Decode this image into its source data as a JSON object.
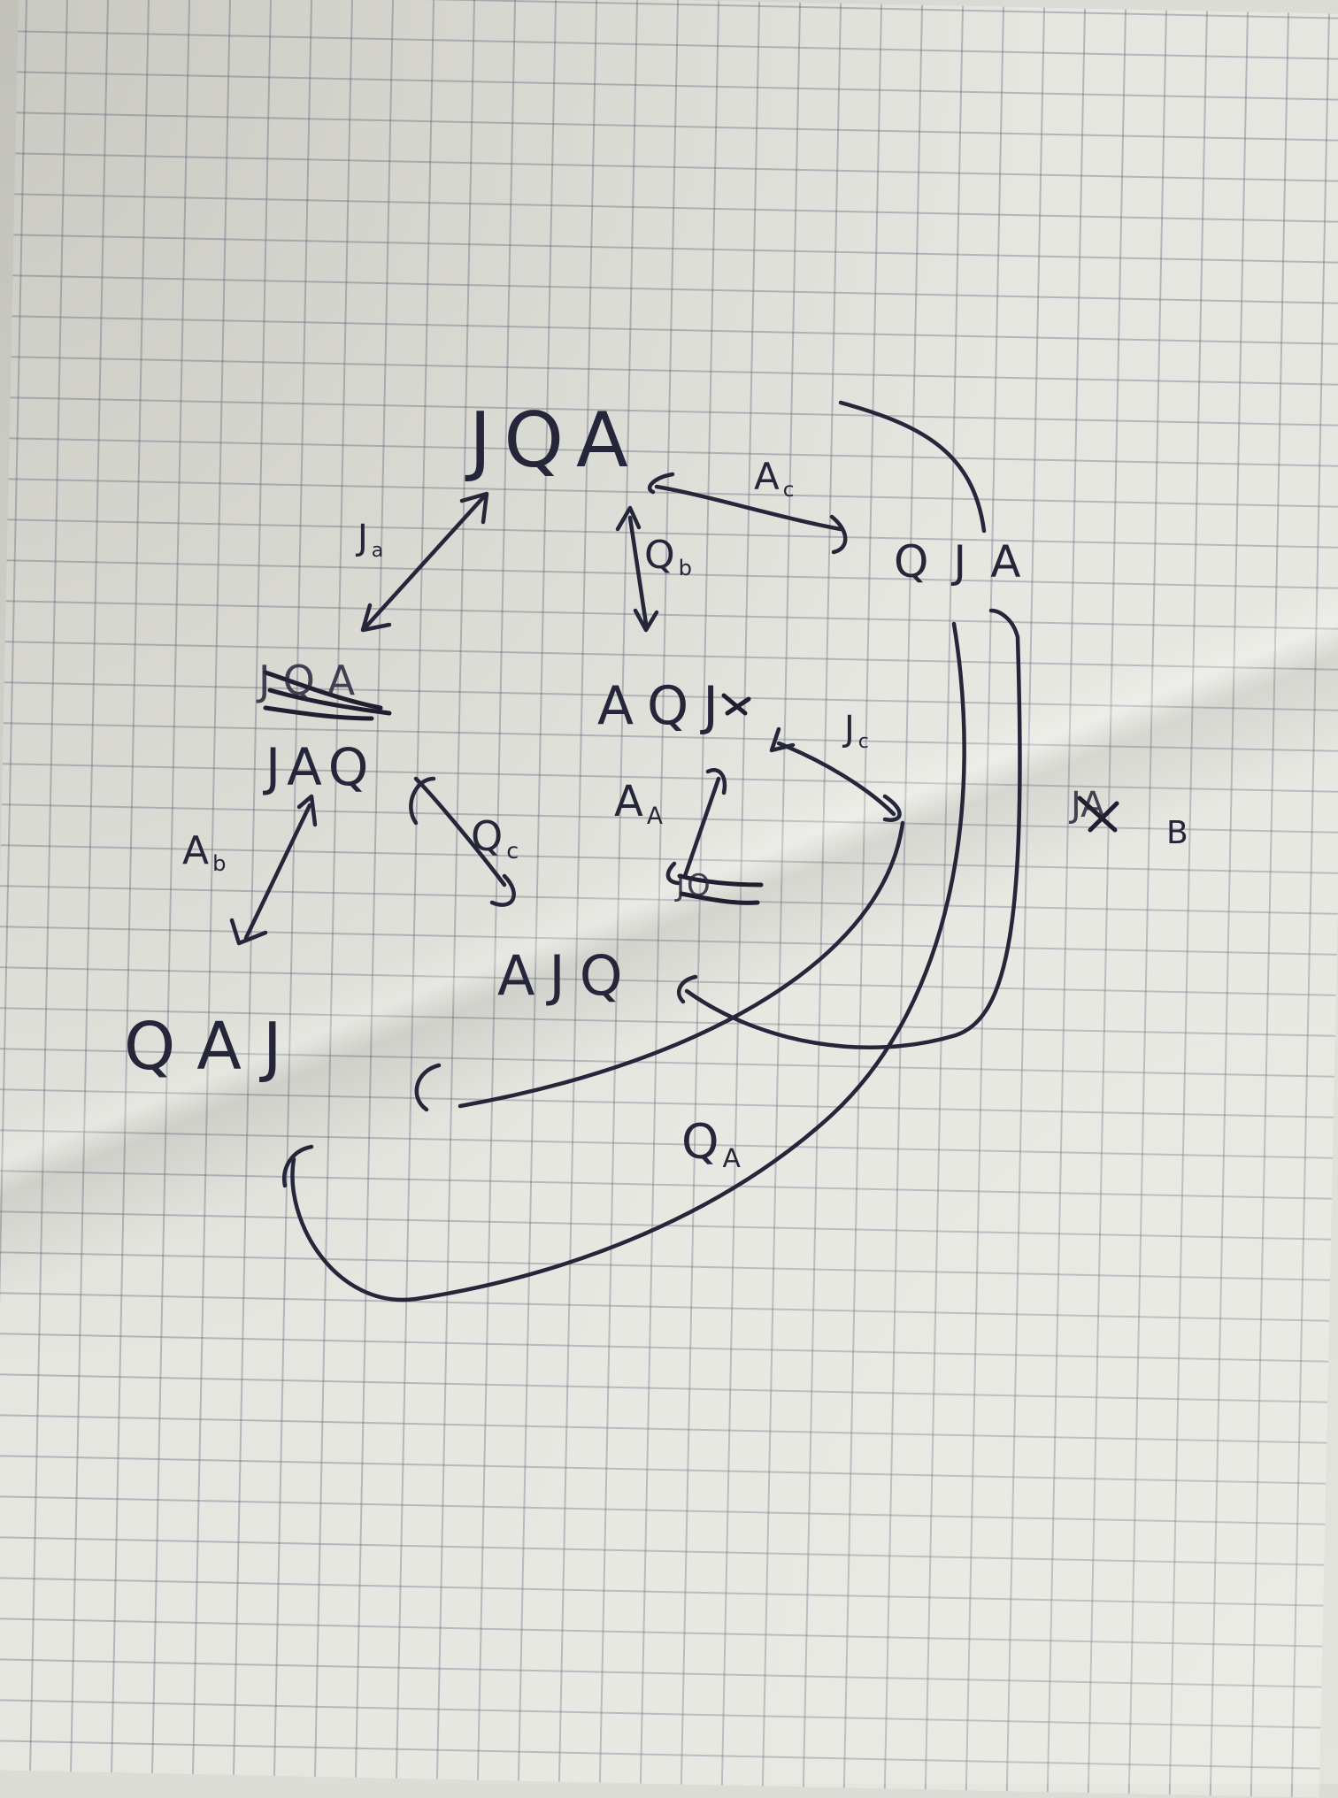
{
  "nodes": {
    "top": "JQA",
    "right": "QJA",
    "left_crossed": "JQA",
    "left": "JAQ",
    "center": "AQJ",
    "center_overwritten_letter": "Q",
    "bottom_center": "AJQ",
    "bottom_left": "QAJ",
    "far_right_crossed": "JA",
    "far_right_tail": "B",
    "center_inner_crossed": "JQ"
  },
  "edge_labels": {
    "j_a": {
      "base": "J",
      "sub": "a"
    },
    "a_c": {
      "base": "A",
      "sub": "c"
    },
    "q_b": {
      "base": "Q",
      "sub": "b"
    },
    "a_b": {
      "base": "A",
      "sub": "b"
    },
    "q_c": {
      "base": "Q",
      "sub": "c"
    },
    "j_c": {
      "base": "J",
      "sub": "c"
    },
    "a_a": {
      "base": "A",
      "sub": "A"
    },
    "q_a": {
      "base": "Q",
      "sub": "A"
    }
  },
  "colors": {
    "ink": "#26263a",
    "paper": "#e6e6e0",
    "grid": "#5f647d"
  }
}
